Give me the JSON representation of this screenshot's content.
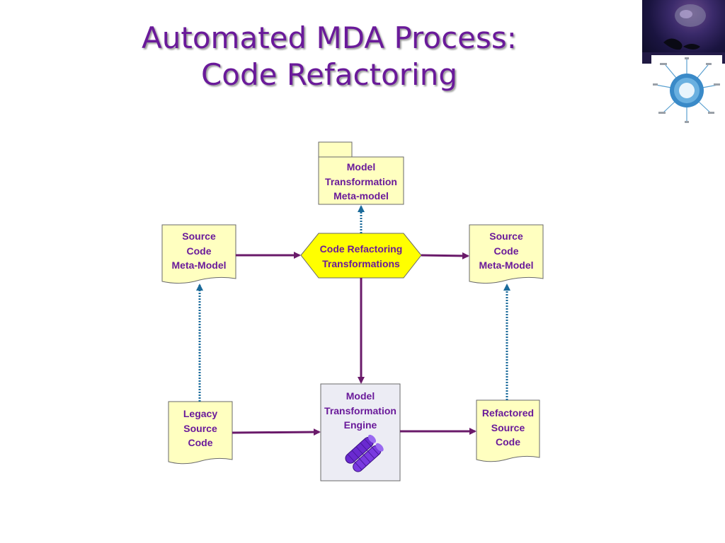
{
  "slide": {
    "title_line1": "Automated MDA Process:",
    "title_line2": "Code Refactoring"
  },
  "colors": {
    "title": "#6a1a9a",
    "node_fill": "#ffffc0",
    "hexagon_fill": "#ffff00",
    "engine_fill": "#ececf4",
    "solid_arrow": "#6a1a6a",
    "dotted_arrow": "#1a6a9a",
    "gear": "#6a2ad0"
  },
  "icons": {
    "engine": "gears-icon",
    "corner_image": "mda-logo-icon"
  },
  "diagram": {
    "transformation_metamodel": {
      "lines": [
        "Model",
        "Transformation",
        "Meta-model"
      ]
    },
    "source_metamodel_left": {
      "lines": [
        "Source",
        "Code",
        "Meta-Model"
      ]
    },
    "refactoring_transformations": {
      "lines": [
        "Code Refactoring",
        "Transformations"
      ]
    },
    "source_metamodel_right": {
      "lines": [
        "Source",
        "Code",
        "Meta-Model"
      ]
    },
    "legacy_source": {
      "lines": [
        "Legacy",
        "Source",
        "Code"
      ]
    },
    "transformation_engine": {
      "lines": [
        "Model",
        "Transformation",
        "Engine"
      ]
    },
    "refactored_source": {
      "lines": [
        "Refactored",
        "Source",
        "Code"
      ]
    }
  }
}
